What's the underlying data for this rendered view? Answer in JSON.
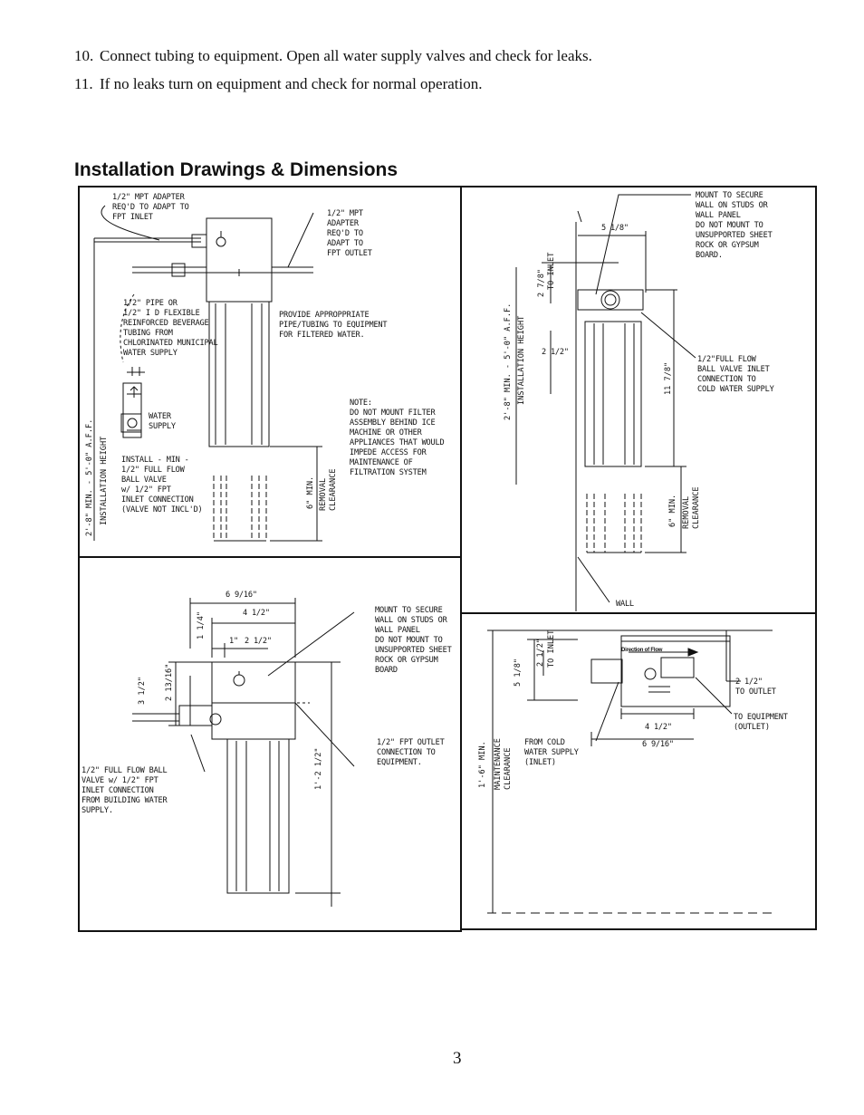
{
  "steps": [
    {
      "num": "10.",
      "text": "Connect tubing to equipment. Open all water supply valves and check for leaks."
    },
    {
      "num": "11.",
      "text": "If no leaks turn on equipment and check for normal operation."
    }
  ],
  "section_title": "Installation Drawings & Dimensions",
  "page_number": "3",
  "panel_tl": {
    "adapter_inlet": "1/2\" MPT ADAPTER\nREQ'D TO ADAPT TO\nFPT INLET",
    "adapter_outlet": "1/2\" MPT\nADAPTER\nREQ'D TO\nADAPT TO\nFPT OUTLET",
    "pipe_note": "1/2\" PIPE OR\n1/2\" I D FLEXIBLE\nREINFORCED BEVERAGE\nTUBING FROM\nCHLORINATED MUNICIPAL\nWATER SUPPLY",
    "provide_note": "PROVIDE APPROPPRIATE\nPIPE/TUBING TO EQUIPMENT\nFOR FILTERED WATER.",
    "water_supply": "WATER\nSUPPLY",
    "note": "NOTE:\nDO NOT MOUNT FILTER\nASSEMBLY BEHIND ICE\nMACHINE OR OTHER\nAPPLIANCES THAT WOULD\nIMPEDE ACCESS FOR\nMAINTENANCE OF\nFILTRATION SYSTEM",
    "install_note": "INSTALL - MIN -\n1/2\" FULL FLOW\nBALL VALVE\nw/ 1/2\" FPT\nINLET CONNECTION\n(VALVE NOT INCL'D)",
    "height_range": "2'-8\" MIN. - 5'-0\" A.F.F.",
    "height_label": "INSTALLATION HEIGHT",
    "removal_dim": "6\" MIN.",
    "removal_label": "REMOVAL\nCLEARANCE"
  },
  "panel_tr": {
    "mount_note": "MOUNT TO SECURE\nWALL ON STUDS OR\nWALL PANEL\nDO NOT MOUNT TO\nUNSUPPORTED SHEET\nROCK OR GYPSUM\nBOARD.",
    "dim_5_1_8": "5 1/8\"",
    "dim_2_7_8": "2 7/8\"",
    "to_inlet": "TO INLET",
    "dim_2_1_2": "2 1/2\"",
    "height_range": "2'-8\" MIN. - 5'-0\" A.F.F.",
    "height_label": "INSTALLATION HEIGHT",
    "dim_11_7_8": "11 7/8\"",
    "valve_note": "1/2\"FULL FLOW\nBALL VALVE INLET\nCONNECTION TO\nCOLD WATER SUPPLY",
    "removal_dim": "6\" MIN.",
    "removal_label": "REMOVAL\nCLEARANCE",
    "wall": "WALL"
  },
  "panel_bl": {
    "dim_6_9_16": "6 9/16\"",
    "dim_4_1_2": "4 1/2\"",
    "dim_1_1_4": "1 1/4\"",
    "dim_1": "1\"",
    "dim_2_1_2": "2 1/2\"",
    "dim_3_1_2": "3 1/2\"",
    "dim_2_13_16": "2 13/16\"",
    "dim_1_2_1_2": "1'-2 1/2\"",
    "mount_note": "MOUNT TO SECURE\nWALL ON STUDS OR\nWALL PANEL\nDO NOT MOUNT TO\nUNSUPPORTED SHEET\nROCK OR GYPSUM\nBOARD",
    "outlet_note": "1/2\" FPT OUTLET\nCONNECTION TO\nEQUIPMENT.",
    "valve_note": "1/2\" FULL FLOW BALL\nVALVE w/ 1/2\" FPT\nINLET CONNECTION\nFROM BUILDING WATER\nSUPPLY."
  },
  "panel_br": {
    "dim_5_1_8": "5 1/8\"",
    "dim_2_1_2_in": "2 1/2\"",
    "to_inlet": "TO INLET",
    "flow": "Direction of Flow",
    "dim_2_1_2_out": "2 1/2\"\nTO OUTLET",
    "to_equipment": "TO EQUIPMENT\n(OUTLET)",
    "dim_4_1_2": "4 1/2\"",
    "dim_6_9_16": "6 9/16\"",
    "from_cold": "FROM COLD\nWATER SUPPLY\n(INLET)",
    "maint_dim": "1'-6\" MIN.",
    "maint_label": "MAINTENANCE\nCLEARANCE"
  }
}
